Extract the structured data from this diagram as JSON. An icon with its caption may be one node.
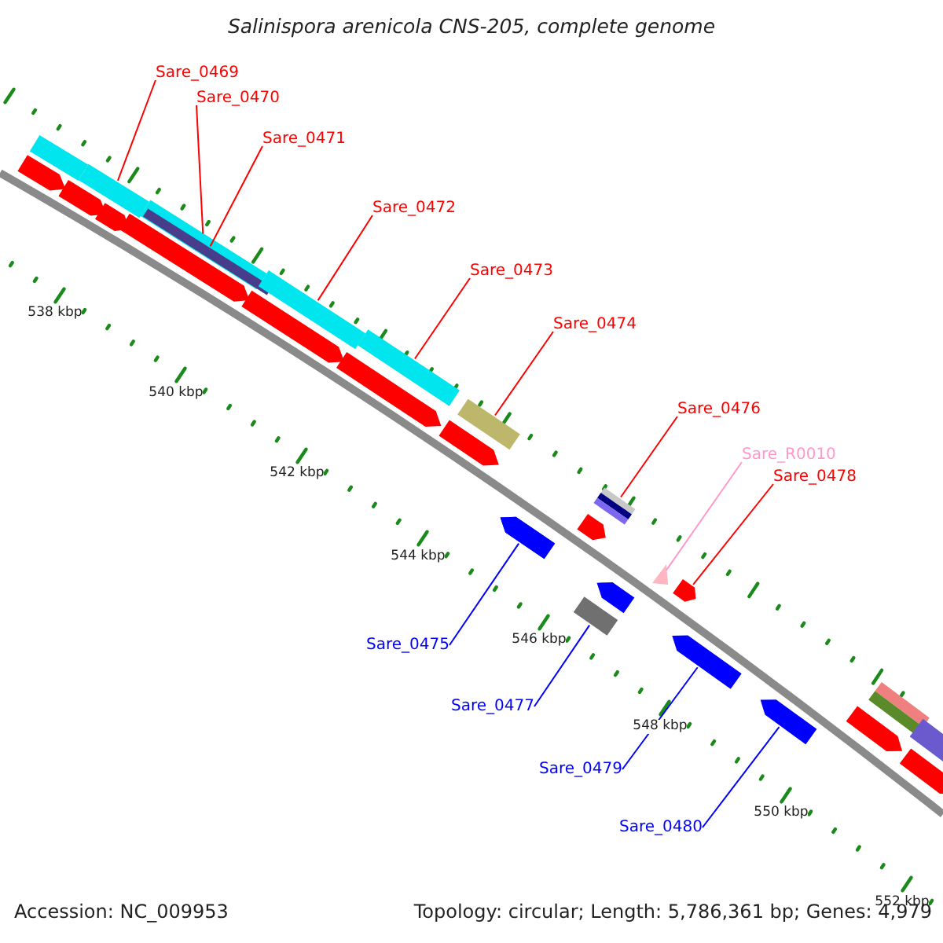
{
  "diagram": {
    "title": "Salinispora arenicola CNS-205, complete genome",
    "nodes": [
      {
        "text": [
          "Sare_0469"
        ]
      },
      {
        "text": [
          "Sare_0470"
        ]
      },
      {
        "text": [
          "Sare_0471"
        ]
      },
      {
        "text": [
          "Sare_0472"
        ]
      },
      {
        "text": [
          "Sare_0473"
        ]
      },
      {
        "text": [
          "Sare_0474"
        ]
      },
      {
        "text": [
          "Sare_0476"
        ]
      },
      {
        "text": [
          "Sare_R0010"
        ]
      },
      {
        "text": [
          "Sare_0478"
        ]
      },
      {
        "text": [
          "Sare_0475"
        ]
      },
      {
        "text": [
          "Sare_0477"
        ]
      },
      {
        "text": [
          "Sare_0479"
        ]
      },
      {
        "text": [
          "Sare_0480"
        ]
      },
      {
        "text": [],
        "shape": "bar"
      },
      {
        "text": [],
        "shape": "bar"
      },
      {
        "text": [],
        "shape": "bar"
      },
      {
        "text": [],
        "shape": "bar"
      },
      {
        "text": [],
        "shape": "bar"
      },
      {
        "text": [],
        "shape": "bar"
      },
      {
        "text": [],
        "shape": "bar"
      },
      {
        "text": [],
        "shape": "triangle"
      },
      {
        "text": [],
        "shape": "bar"
      },
      {
        "text": [],
        "shape": "bar"
      },
      {
        "text": [],
        "shape": "bar"
      },
      {
        "text": [],
        "shape": "bar"
      },
      {
        "text": [],
        "shape": "bar"
      },
      {
        "text": [],
        "shape": "bar"
      },
      {
        "text": [],
        "shape": "bar"
      },
      {
        "text": [],
        "shape": "bar"
      },
      {
        "text": [],
        "shape": "bar"
      },
      {
        "text": [],
        "shape": "bar"
      },
      {
        "text": [],
        "shape": "bar"
      },
      {
        "text": [],
        "shape": "bar"
      },
      {
        "text": [],
        "shape": "bar"
      },
      {
        "text": [],
        "shape": "bar"
      },
      {
        "text": [],
        "shape": "bar"
      },
      {
        "text": [],
        "shape": "bar"
      },
      {
        "text": [],
        "shape": "bar"
      },
      {
        "text": [],
        "shape": "bar"
      },
      {
        "text": [],
        "shape": "bar"
      },
      {
        "text": [],
        "shape": "bar"
      }
    ],
    "edges": [
      {
        "from": 0,
        "to": 13,
        "arrow": "none"
      },
      {
        "from": 1,
        "to": 14,
        "arrow": "none"
      },
      {
        "from": 2,
        "to": 15,
        "arrow": "none"
      },
      {
        "from": 3,
        "to": 16,
        "arrow": "none"
      },
      {
        "from": 4,
        "to": 17,
        "arrow": "none"
      },
      {
        "from": 5,
        "to": 18,
        "arrow": "none"
      },
      {
        "from": 6,
        "to": 19,
        "arrow": "none"
      },
      {
        "from": 7,
        "to": 20,
        "arrow": "none",
        "color": "#ff99cc"
      },
      {
        "from": 8,
        "to": 21,
        "arrow": "none"
      },
      {
        "from": 9,
        "to": 22,
        "arrow": "none",
        "color": "#0000ff"
      },
      {
        "from": 10,
        "to": 23,
        "arrow": "none",
        "color": "#0000ff"
      },
      {
        "from": 11,
        "to": 24,
        "arrow": "none",
        "color": "#0000ff"
      },
      {
        "from": 12,
        "to": 25,
        "arrow": "none",
        "color": "#0000ff"
      }
    ],
    "labels": [
      "538 kbp",
      "540 kbp",
      "542 kbp",
      "544 kbp",
      "546 kbp",
      "548 kbp",
      "550 kbp",
      "552 kbp",
      "Accession: NC_009953",
      "Topology: circular; Length: 5,786,361 bp; Genes: 4,979"
    ]
  }
}
